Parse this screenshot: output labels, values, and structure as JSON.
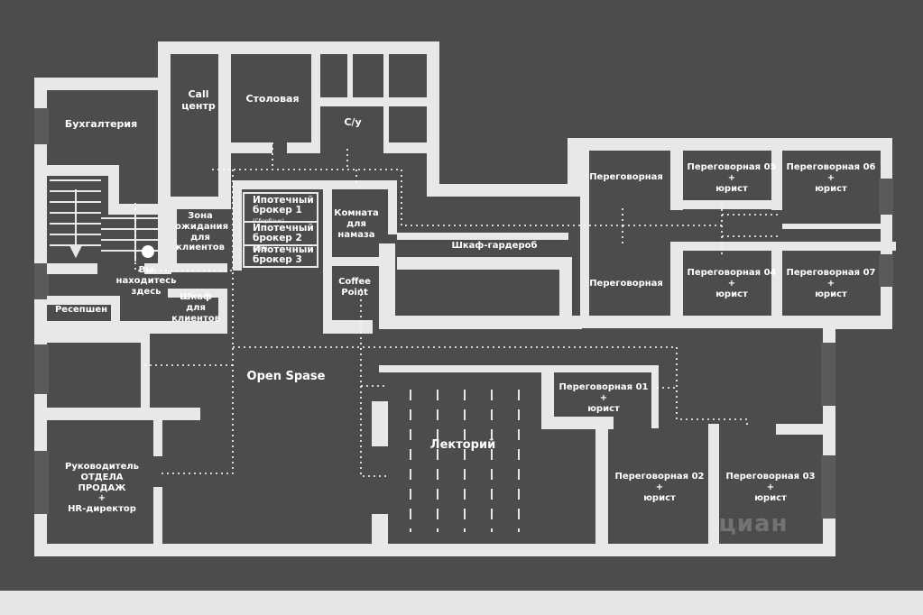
{
  "rooms": {
    "accounting": "Бухгалтерия",
    "call_center": "Call\nцентр",
    "canteen": "Столовая",
    "wc": "С/у",
    "waiting_zone": "Зона\nожидания\nдля\nклиентов",
    "broker1": "Ипотечный\nброкер 1",
    "broker1_sub": "(Сбербанк)",
    "broker2": "Ипотечный\nброкер 2",
    "broker2_sub": "(ВТБ)",
    "broker3": "Ипотечный\nброкер 3",
    "prayer_room": "Комната\nдля\nнамаза",
    "coffee_point": "Coffee\nPoint",
    "you_are_here": "Вы\nнаходитесь\nздесь",
    "reception": "Ресепшен",
    "client_wardrobe": "Шкаф\nдля\nклиентов",
    "wardrobe": "Шкаф-гардероб",
    "meeting_top": "Переговорная",
    "meeting_bottom": "Переговорная",
    "meeting_05": "Переговорная 05\n+\nюрист",
    "meeting_06": "Переговорная 06\n+\nюрист",
    "meeting_04": "Переговорная 04\n+\nюрист",
    "meeting_07": "Переговорная 07\n+\nюрист",
    "open_space": "Open Spase",
    "lecture_hall": "Лекторий",
    "meeting_01": "Переговорная 01\n+\nюрист",
    "meeting_02": "Переговорная 02\n+\nюрист",
    "meeting_03": "Переговорная 03\n+\nюрист",
    "sales_head": "Руководитель\nОТДЕЛА\nПРОДАЖ\n+\nHR-директор"
  },
  "watermark": "циан",
  "colors": {
    "board": "#4c4c4c",
    "walls": "#e8e8e8",
    "text": "#ffffff"
  }
}
